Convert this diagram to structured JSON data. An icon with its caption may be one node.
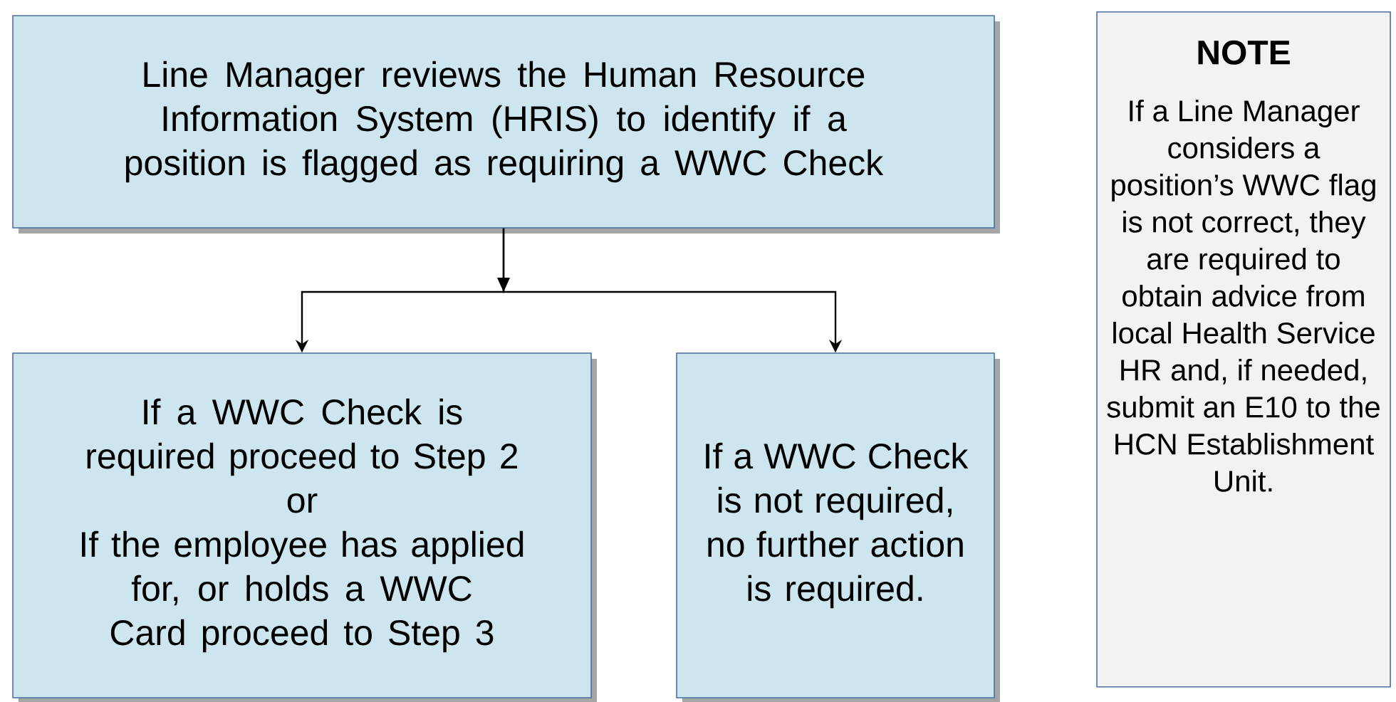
{
  "diagram": {
    "nodes": [
      {
        "text": [
          "Line Manager reviews the Human Resource Information System (HRIS) to identify if a position is flagged as requiring a WWC Check"
        ]
      },
      {
        "text": [
          "If a WWC Check is required proceed to Step 2",
          "or",
          "If the employee has applied for, or holds a WWC Card proceed to Step 3"
        ]
      },
      {
        "text": [
          "If a WWC Check is not required, no further action is required."
        ]
      },
      {
        "text": [
          "NOTE",
          "If a Line Manager considers a position’s WWC flag is not correct, they are required to obtain advice from local Health Service HR and, if needed, submit an E10 to the HCN Establishment Unit."
        ]
      }
    ],
    "edges": [
      {
        "from": 0,
        "to": 1,
        "arrow": "to"
      },
      {
        "from": 0,
        "to": 2,
        "arrow": "to"
      }
    ]
  }
}
